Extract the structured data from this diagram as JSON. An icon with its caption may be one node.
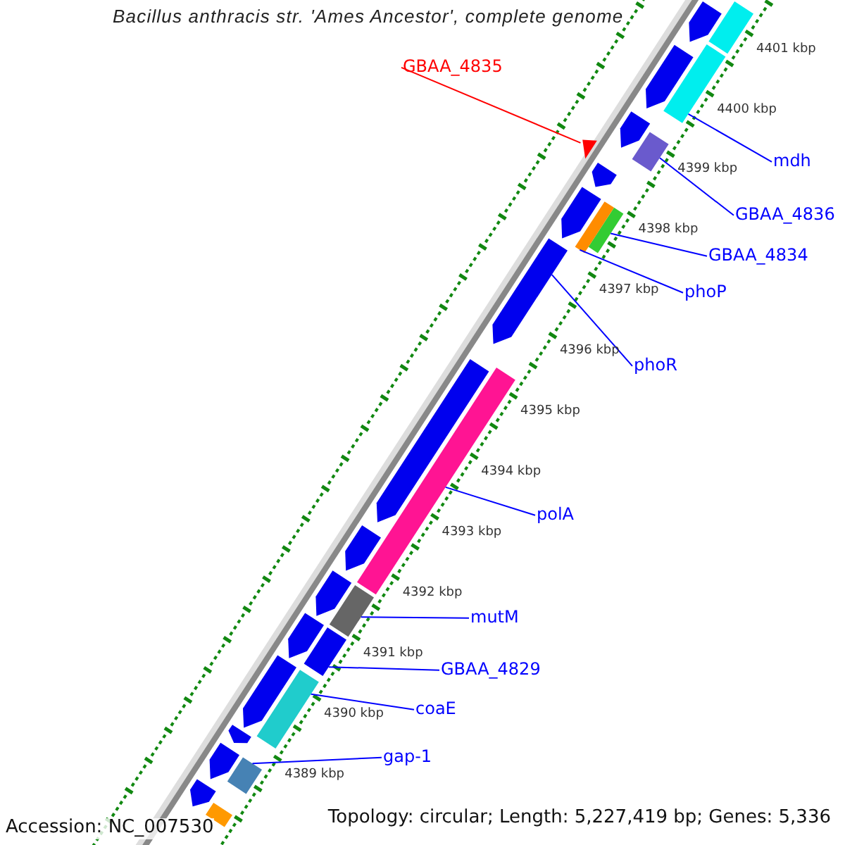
{
  "diagram": {
    "title": "Bacillus anthracis str. 'Ames Ancestor', complete genome",
    "nodes": [
      {
        "text": [
          "GBAA_4835"
        ]
      },
      {
        "text": [],
        "shape": "triangle"
      },
      {
        "text": [
          "mdh"
        ]
      },
      {
        "text": [],
        "shape": "bar"
      },
      {
        "text": [
          "GBAA_4836"
        ]
      },
      {
        "text": [],
        "shape": "bar"
      },
      {
        "text": [
          "GBAA_4834"
        ]
      },
      {
        "text": [],
        "shape": "bar"
      },
      {
        "text": [
          "phoP"
        ]
      },
      {
        "text": [],
        "shape": "bar"
      },
      {
        "text": [
          "phoR"
        ]
      },
      {
        "text": [],
        "shape": "pentagon"
      },
      {
        "text": [
          "polA"
        ]
      },
      {
        "text": [],
        "shape": "bar"
      },
      {
        "text": [
          "mutM"
        ]
      },
      {
        "text": [],
        "shape": "bar"
      },
      {
        "text": [
          "GBAA_4829"
        ]
      },
      {
        "text": [],
        "shape": "bar"
      },
      {
        "text": [
          "coaE"
        ]
      },
      {
        "text": [],
        "shape": "bar"
      },
      {
        "text": [
          "gap-1"
        ]
      },
      {
        "text": [],
        "shape": "bar"
      },
      {
        "text": [],
        "shape": "pentagon"
      },
      {
        "text": [],
        "shape": "bar"
      },
      {
        "text": [],
        "shape": "pentagon"
      },
      {
        "text": [],
        "shape": "pentagon"
      },
      {
        "text": [],
        "shape": "pentagon"
      },
      {
        "text": [],
        "shape": "pentagon"
      },
      {
        "text": [],
        "shape": "pentagon"
      },
      {
        "text": [],
        "shape": "pentagon"
      },
      {
        "text": [],
        "shape": "pentagon"
      },
      {
        "text": [],
        "shape": "pentagon"
      },
      {
        "text": [],
        "shape": "pentagon"
      },
      {
        "text": [],
        "shape": "pentagon"
      },
      {
        "text": [],
        "shape": "pentagon"
      },
      {
        "text": [],
        "shape": "pentagon"
      },
      {
        "text": [],
        "shape": "bar"
      }
    ],
    "edges": [
      {
        "from": 0,
        "to": 1,
        "arrow": "none",
        "color": "#ff0000"
      },
      {
        "from": 2,
        "to": 3,
        "arrow": "none"
      },
      {
        "from": 4,
        "to": 5,
        "arrow": "none"
      },
      {
        "from": 6,
        "to": 7,
        "arrow": "none"
      },
      {
        "from": 8,
        "to": 9,
        "arrow": "none"
      },
      {
        "from": 10,
        "to": 11,
        "arrow": "none"
      },
      {
        "from": 12,
        "to": 13,
        "arrow": "none"
      },
      {
        "from": 14,
        "to": 15,
        "arrow": "none"
      },
      {
        "from": 16,
        "to": 17,
        "arrow": "none"
      },
      {
        "from": 18,
        "to": 19,
        "arrow": "none"
      },
      {
        "from": 20,
        "to": 21,
        "arrow": "none"
      }
    ],
    "labels": [
      "4401 kbp",
      "4400 kbp",
      "4399 kbp",
      "4398 kbp",
      "4397 kbp",
      "4396 kbp",
      "4395 kbp",
      "4394 kbp",
      "4393 kbp",
      "4392 kbp",
      "4391 kbp",
      "4390 kbp",
      "4389 kbp",
      "Accession: NC_007530",
      "Topology: circular; Length: 5,227,419 bp; Genes: 5,336"
    ]
  }
}
